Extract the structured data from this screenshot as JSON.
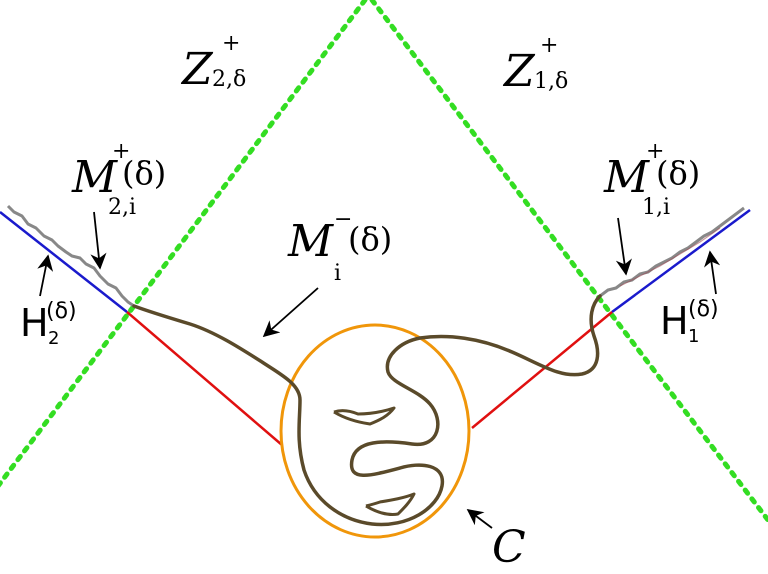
{
  "labels": {
    "z2": {
      "main": "Z",
      "sup": "+",
      "sub": "2,δ"
    },
    "z1": {
      "main": "Z",
      "sup": "+",
      "sub": "1,δ"
    },
    "m2": {
      "main": "M",
      "sup": "+",
      "paren": "(δ)",
      "sub": "2,i"
    },
    "mi": {
      "main": "M",
      "sup": "−",
      "paren": "(δ)",
      "sub": "i"
    },
    "m1": {
      "main": "M",
      "sup": "+",
      "paren": "(δ)",
      "sub": "1,i"
    },
    "h2": {
      "main": "H",
      "sup": "(δ)",
      "sub": "2"
    },
    "h1": {
      "main": "H",
      "sup": "(δ)",
      "sub": "1"
    },
    "c": "C"
  },
  "colors": {
    "dotted_boundary": "#33dd22",
    "half_line": "#1a1acc",
    "segment": "#e01010",
    "curve": "#5a4a2a",
    "circle": "#f0960a",
    "rough_curve": "#888888"
  }
}
